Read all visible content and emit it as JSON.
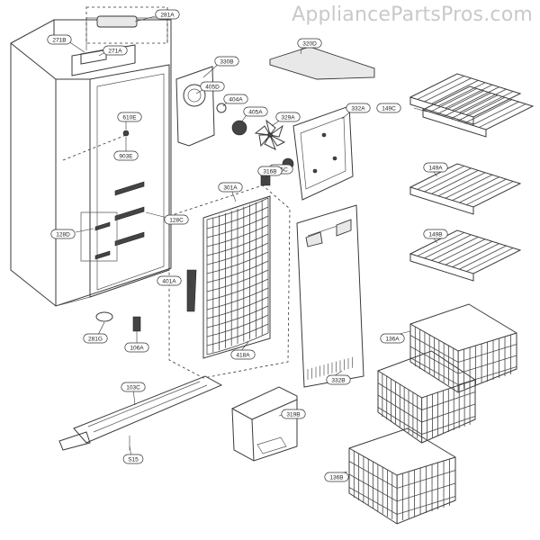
{
  "watermark": "AppliancePartsPros.com",
  "parts": [
    {
      "id": "281A",
      "label": "281A"
    },
    {
      "id": "271B",
      "label": "271B"
    },
    {
      "id": "271A",
      "label": "271A"
    },
    {
      "id": "330B",
      "label": "330B"
    },
    {
      "id": "320D",
      "label": "320D"
    },
    {
      "id": "405D",
      "label": "405D"
    },
    {
      "id": "404A",
      "label": "404A"
    },
    {
      "id": "405A",
      "label": "405A"
    },
    {
      "id": "329A",
      "label": "329A"
    },
    {
      "id": "332A",
      "label": "332A"
    },
    {
      "id": "149C",
      "label": "149C"
    },
    {
      "id": "610E",
      "label": "610E"
    },
    {
      "id": "903E",
      "label": "903E"
    },
    {
      "id": "405C",
      "label": "405C"
    },
    {
      "id": "316B",
      "label": "316B"
    },
    {
      "id": "301A",
      "label": "301A"
    },
    {
      "id": "149A",
      "label": "149A"
    },
    {
      "id": "128C",
      "label": "128C"
    },
    {
      "id": "128D",
      "label": "128D"
    },
    {
      "id": "149B",
      "label": "149B"
    },
    {
      "id": "401A",
      "label": "401A"
    },
    {
      "id": "136A",
      "label": "136A"
    },
    {
      "id": "281G",
      "label": "281G"
    },
    {
      "id": "106A",
      "label": "106A"
    },
    {
      "id": "418A",
      "label": "418A"
    },
    {
      "id": "332B",
      "label": "332B"
    },
    {
      "id": "103C",
      "label": "103C"
    },
    {
      "id": "319B",
      "label": "319B"
    },
    {
      "id": "S15",
      "label": "S15"
    },
    {
      "id": "136B",
      "label": "136B"
    }
  ]
}
